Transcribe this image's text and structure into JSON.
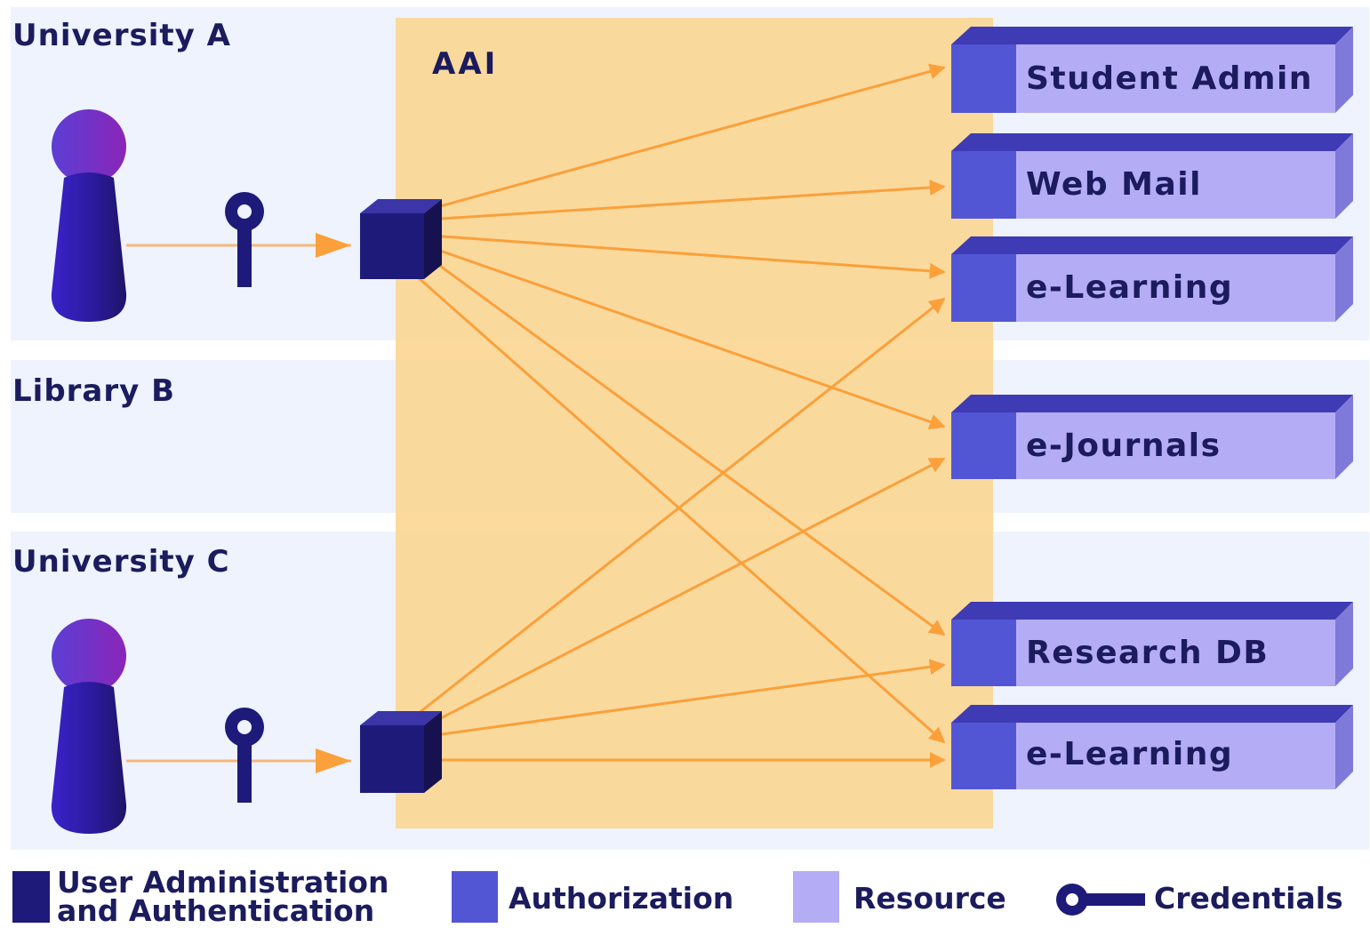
{
  "organizations": [
    {
      "label": "University A"
    },
    {
      "label": "Library B"
    },
    {
      "label": "University C"
    }
  ],
  "aai": {
    "label": "AAI"
  },
  "resources": [
    {
      "label": "Student Admin"
    },
    {
      "label": "Web Mail"
    },
    {
      "label": "e-Learning"
    },
    {
      "label": "e-Journals"
    },
    {
      "label": "Research DB"
    },
    {
      "label": "e-Learning"
    }
  ],
  "legend": {
    "user_admin_line1": "User Administration",
    "user_admin_line2": "and Authentication",
    "authorization": "Authorization",
    "resource": "Resource",
    "credentials": "Credentials"
  },
  "colors": {
    "band": "#eef3fe",
    "aai": "#fcd48c",
    "user_admin": "#1e1a7a",
    "authorization": "#5356d4",
    "resource": "#b4adf5",
    "arrow": "#fba03a",
    "text": "#1b1b5e"
  },
  "icons": [
    "person-icon",
    "key-icon",
    "user-admin-cube-icon",
    "resource-block-icon"
  ]
}
